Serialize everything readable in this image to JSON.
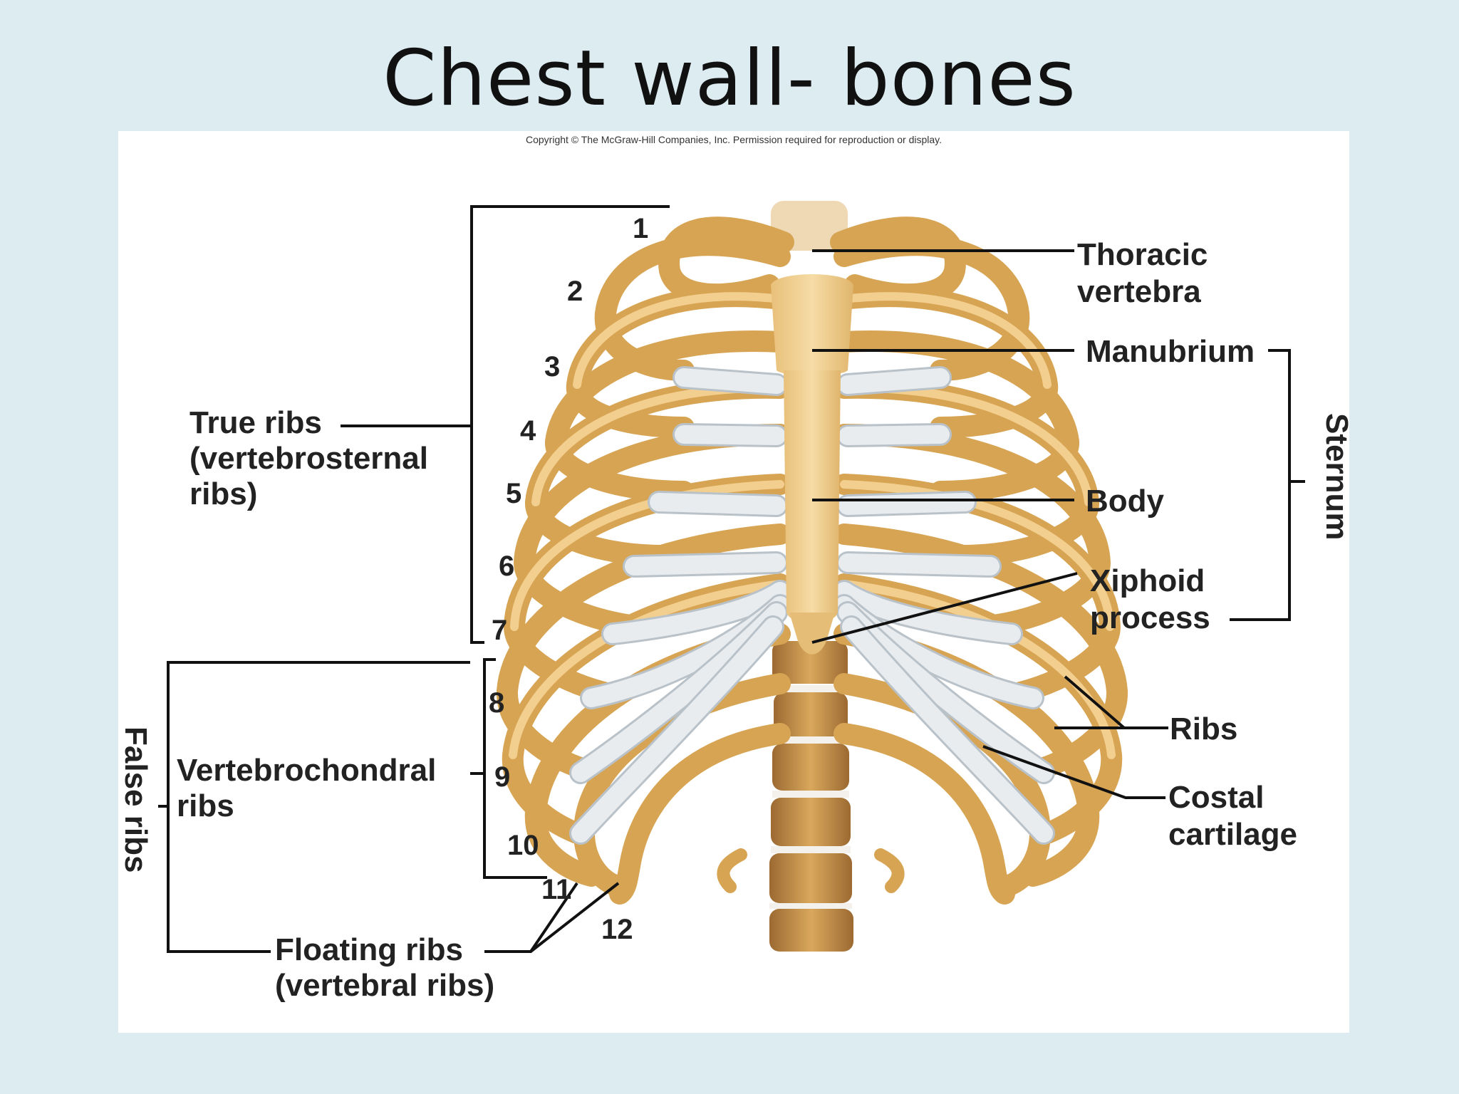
{
  "title": "Chest wall- bones",
  "copyright": "Copyright © The McGraw-Hill Companies, Inc. Permission required for reproduction or display.",
  "labels": {
    "thoracic_vertebra_1": "Thoracic",
    "thoracic_vertebra_2": "vertebra",
    "manubrium": "Manubrium",
    "body": "Body",
    "xiphoid_1": "Xiphoid",
    "xiphoid_2": "process",
    "sternum": "Sternum",
    "ribs": "Ribs",
    "costal_1": "Costal",
    "costal_2": "cartilage",
    "true_ribs_1": "True ribs",
    "true_ribs_2": "(vertebrosternal",
    "true_ribs_3": "ribs)",
    "vertebrochondral_1": "Vertebrochondral",
    "vertebrochondral_2": "ribs",
    "false_ribs": "False ribs",
    "floating_1": "Floating ribs",
    "floating_2": "(vertebral ribs)"
  },
  "rib_numbers": [
    "1",
    "2",
    "3",
    "4",
    "5",
    "6",
    "7",
    "8",
    "9",
    "10",
    "11",
    "12"
  ],
  "colors": {
    "bone": "#d7a453",
    "bone_highlight": "#f3cf8f",
    "cartilage": "#e9ecef",
    "vertebra": "#b07a3c",
    "background": "#dcecf1"
  }
}
